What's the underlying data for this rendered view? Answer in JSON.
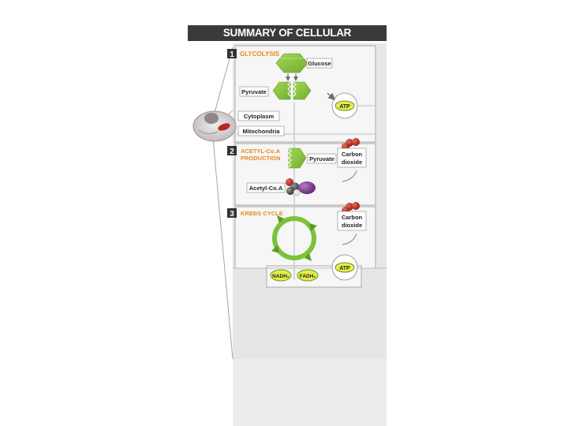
{
  "title": "SUMMARY OF CELLULAR RESPIRATION",
  "stages": [
    {
      "number": "1",
      "name": "GLYCOLYSIS"
    },
    {
      "number": "2",
      "name_line1": "ACETYL-Co.A",
      "name_line2": "PRODUCTION"
    },
    {
      "number": "3",
      "name": "KREBS CYCLE"
    }
  ],
  "labels": {
    "glucose": "Glucose",
    "pyruvate_1": "Pyruvate",
    "pyruvate_2": "Pyruvate",
    "cytoplasm": "Cytoplasm",
    "mitochondria": "Mitochondria",
    "acetyl_coa": "Acetyl-Co.A",
    "co2_1_line1": "Carbon",
    "co2_1_line2": "dioxide",
    "co2_2_line1": "Carbon",
    "co2_2_line2": "dioxide",
    "atp_1": "ATP",
    "atp_2": "ATP",
    "nadh": "NADH₂",
    "fadh": "FADH₂"
  },
  "colors": {
    "title_bg": "#3a3a3c",
    "stage_orange": "#e8891f",
    "molecule_green": "#8cc63f",
    "atp_yellow": "#e6ee4a",
    "co2_red": "#c0261c",
    "acetyl_purple": "#7b3f8c",
    "panel_gray": "#e9e9ea"
  }
}
